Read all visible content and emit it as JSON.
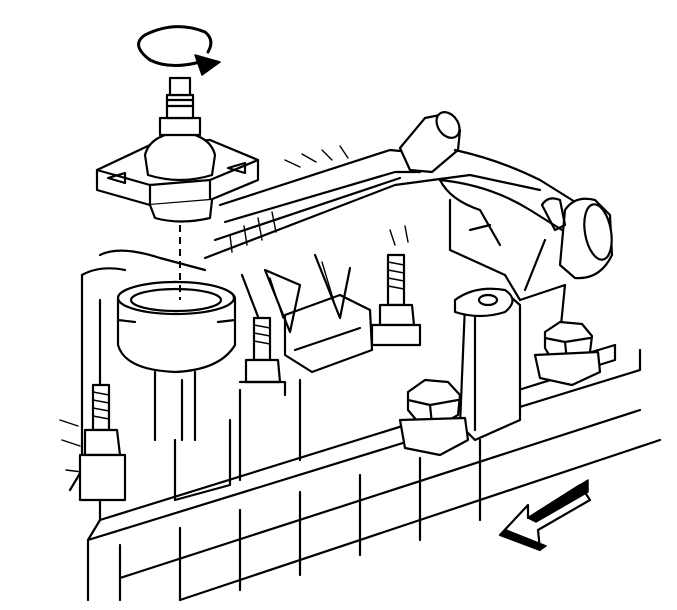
{
  "diagram": {
    "kind": "exploded-service-illustration",
    "background_color": "#ffffff",
    "line_color": "#000000",
    "components": [
      {
        "id": "sensor",
        "icon": "sensor-icon"
      },
      {
        "id": "rotation",
        "icon": "rotate-arrow-icon"
      },
      {
        "id": "sensor-bore",
        "icon": "bore-ring-icon"
      },
      {
        "id": "intake-manifold",
        "icon": "manifold-icon"
      },
      {
        "id": "coolant-pipe",
        "icon": "pipe-icon"
      },
      {
        "id": "studs",
        "icon": "stud-icon"
      },
      {
        "id": "bolts",
        "icon": "hex-bolt-icon"
      },
      {
        "id": "front",
        "icon": "direction-arrow-icon"
      }
    ]
  }
}
